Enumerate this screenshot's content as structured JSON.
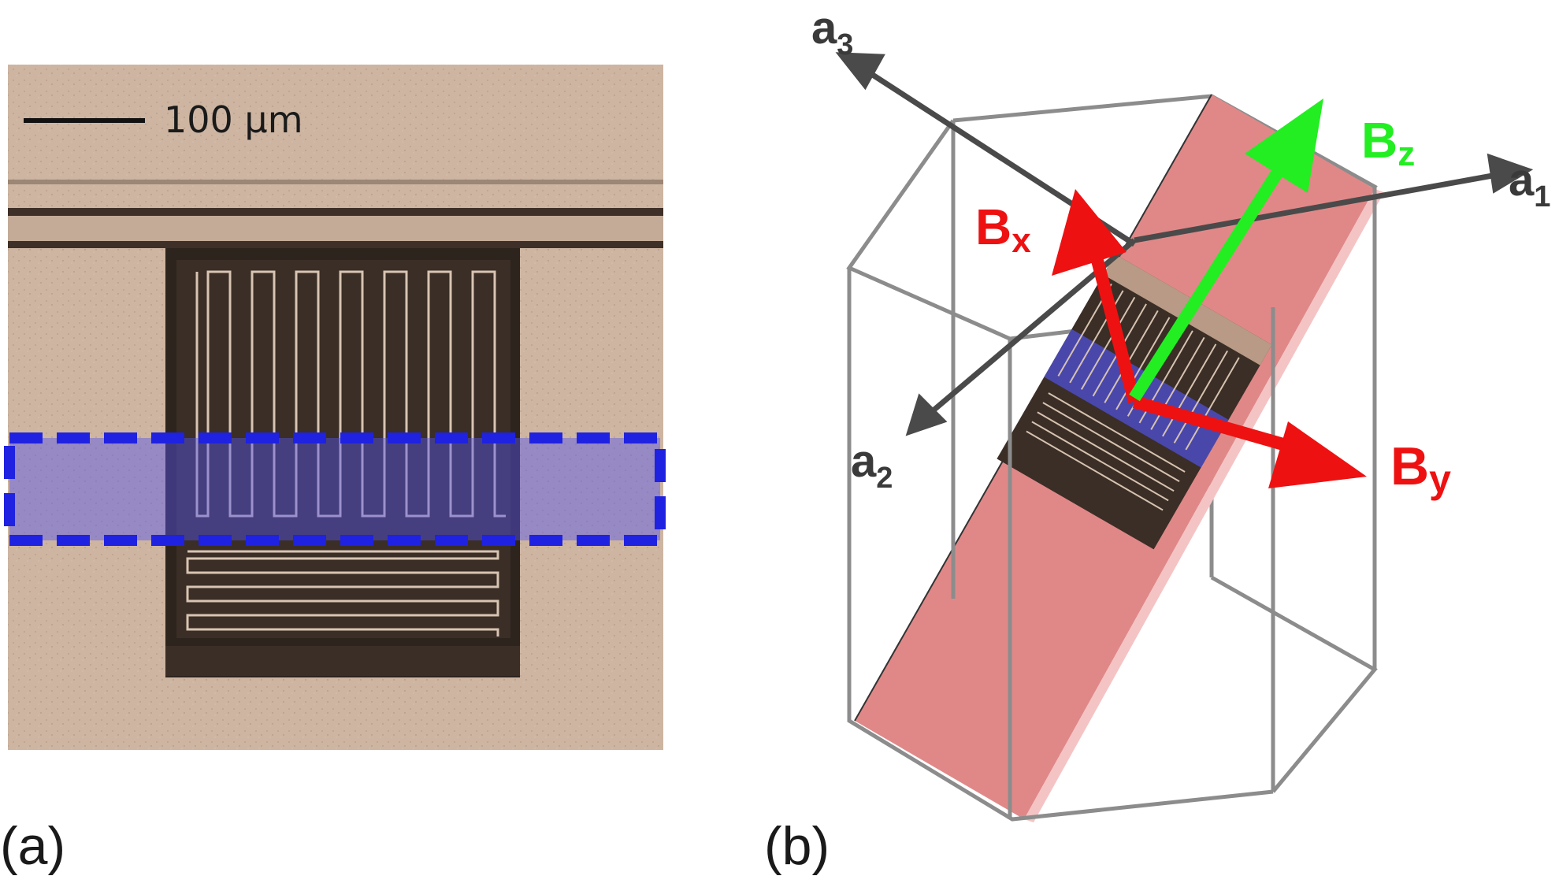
{
  "panels": {
    "a_label": "(a)",
    "b_label": "(b)"
  },
  "micrograph": {
    "scale_bar_text": "100 µm",
    "highlight_color": "#1f22e0"
  },
  "crystal": {
    "axes": {
      "a1": {
        "base": "a",
        "sub": "1"
      },
      "a2": {
        "base": "a",
        "sub": "2"
      },
      "a3": {
        "base": "a",
        "sub": "3"
      }
    },
    "fields": {
      "bx": {
        "base": "B",
        "sub": "x",
        "color": "#ee1111"
      },
      "by": {
        "base": "B",
        "sub": "y",
        "color": "#ee1111"
      },
      "bz": {
        "base": "B",
        "sub": "z",
        "color": "#22ee22"
      }
    },
    "plane_color": "#e08888"
  }
}
